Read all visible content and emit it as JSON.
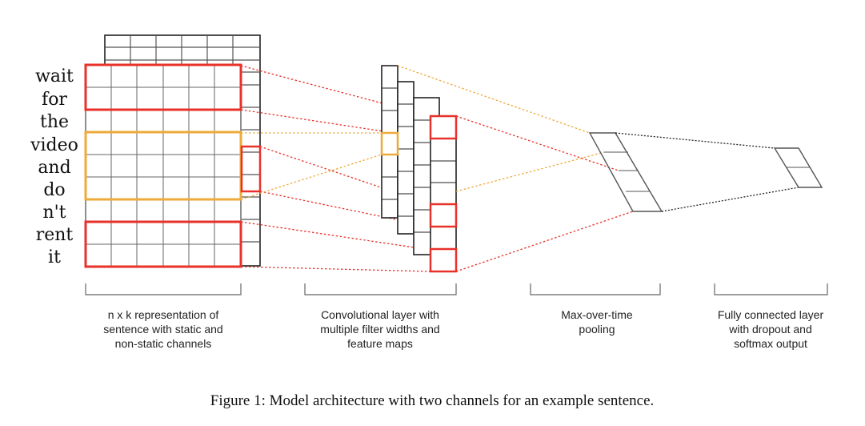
{
  "sentence": [
    "wait",
    "for",
    "the",
    "video",
    "and",
    "do",
    "n't",
    "rent",
    "it"
  ],
  "labels": {
    "input": [
      "n x k representation of",
      "sentence with static and",
      "non-static channels"
    ],
    "conv": [
      "Convolutional layer with",
      "multiple filter widths and",
      "feature maps"
    ],
    "pool": [
      "Max-over-time",
      "pooling"
    ],
    "fc": [
      "Fully connected layer",
      "with dropout and",
      "softmax output"
    ]
  },
  "caption": "Figure 1: Model architecture with two channels for an example sentence.",
  "colors": {
    "red": "#e8312a",
    "orange": "#eeaa3a",
    "grid": "#555555",
    "dark": "#222222"
  }
}
